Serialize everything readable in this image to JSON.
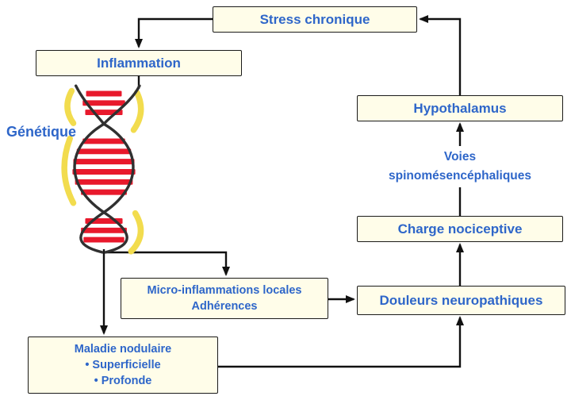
{
  "diagram": {
    "type": "flowchart",
    "language": "fr",
    "colors": {
      "box_bg": "#FFFDE9",
      "box_border": "#1A1A1A",
      "text_blue": "#2E66C9",
      "arrow": "#111111",
      "dna_red": "#E8192C",
      "dna_yellow": "#F2DC4E",
      "dna_strand": "#303030"
    },
    "nodes": {
      "stress_chronique": {
        "label": "Stress chronique"
      },
      "inflammation": {
        "label": "Inflammation"
      },
      "genetique": {
        "label": "Génétique"
      },
      "hypothalamus": {
        "label": "Hypothalamus"
      },
      "voies": {
        "line1": "Voies",
        "line2": "spinomésencéphaliques"
      },
      "charge_nociceptive": {
        "label": "Charge nociceptive"
      },
      "douleurs_neuropathiques": {
        "label": "Douleurs neuropathiques"
      },
      "micro_inflammations": {
        "line1": "Micro-inflammations locales",
        "line2": "Adhérences"
      },
      "maladie_nodulaire": {
        "line1": "Maladie nodulaire",
        "line2": "• Superficielle",
        "line3": "• Profonde"
      }
    },
    "edges": [
      "stress_chronique -> inflammation",
      "inflammation -> dna_genetique",
      "dna_genetique -> micro_inflammations",
      "dna_genetique -> maladie_nodulaire",
      "micro_inflammations -> douleurs_neuropathiques",
      "maladie_nodulaire -> douleurs_neuropathiques",
      "douleurs_neuropathiques -> charge_nociceptive",
      "charge_nociceptive -> hypothalamus (via voies spinomésencéphaliques)",
      "hypothalamus -> stress_chronique"
    ]
  }
}
